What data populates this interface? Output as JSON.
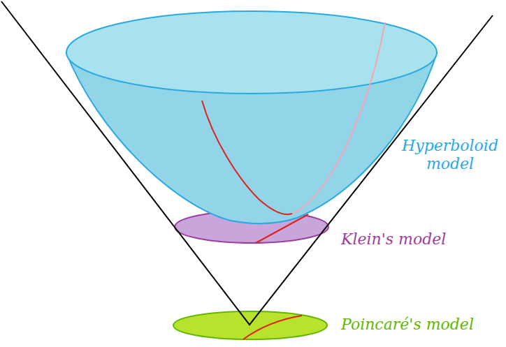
{
  "diagram": {
    "labels": [
      "Hyperboloid model",
      "Klein's model",
      "Poincaré's model"
    ]
  }
}
